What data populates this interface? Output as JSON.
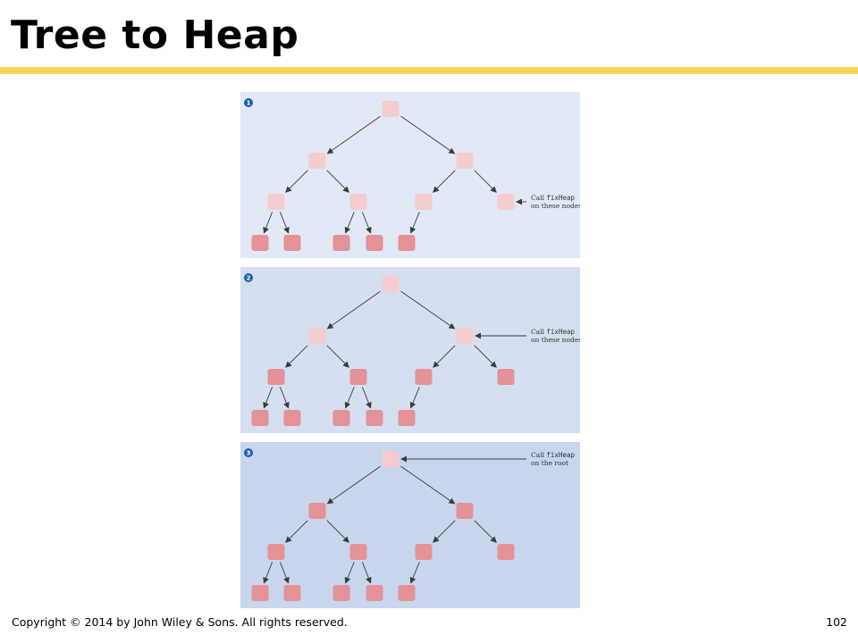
{
  "title": "Tree to Heap",
  "footer": {
    "copyright": "Copyright © 2014 by John Wiley & Sons.  All rights reserved.",
    "page_number": "102"
  },
  "colors": {
    "accent_bar": "#f6d55c",
    "node_light": "#f5cdcf",
    "node_dark": "#e49198",
    "arrow": "#3c3c3c",
    "badge": "#1f5fa8"
  },
  "panels": [
    {
      "step": "1",
      "background": "#e1e8f6",
      "callout": {
        "lead": "Call",
        "code": "fixHeap",
        "rest": "on these nodes",
        "target_node": 6
      },
      "dark_nodes": [
        7,
        8,
        9,
        10,
        11
      ]
    },
    {
      "step": "2",
      "background": "#d4dff1",
      "callout": {
        "lead": "Call",
        "code": "fixHeap",
        "rest": "on these nodes",
        "target_node": 2
      },
      "dark_nodes": [
        3,
        4,
        5,
        6,
        7,
        8,
        9,
        10,
        11
      ]
    },
    {
      "step": "3",
      "background": "#c7d6ec",
      "callout": {
        "lead": "Call",
        "code": "fixHeap",
        "rest": "on the root",
        "target_node": 0
      },
      "dark_nodes": [
        1,
        2,
        3,
        4,
        5,
        6,
        7,
        8,
        9,
        10,
        11
      ]
    }
  ]
}
